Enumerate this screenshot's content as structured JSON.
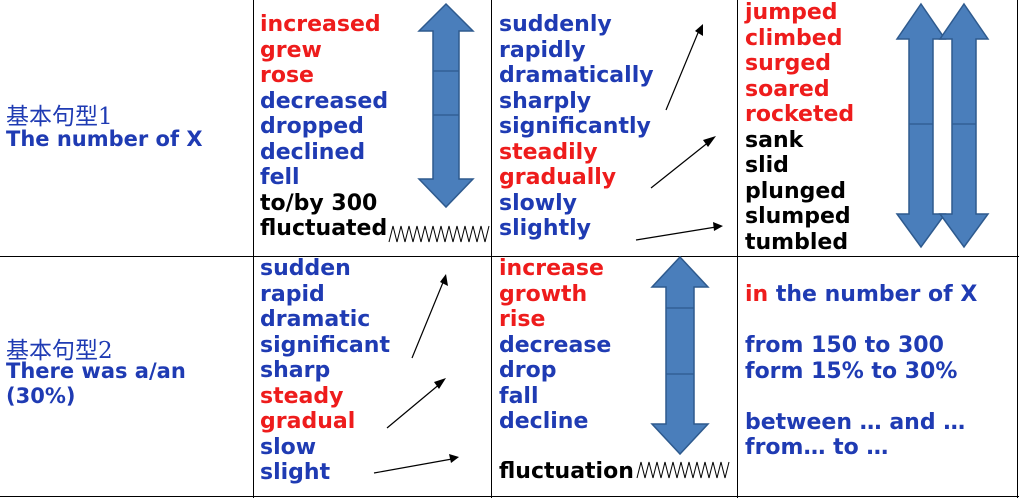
{
  "row1": {
    "label_cn": "基本句型1",
    "label_en": "The number of X",
    "verbs": [
      {
        "text": "increased",
        "color": "red"
      },
      {
        "text": "grew",
        "color": "red"
      },
      {
        "text": "rose",
        "color": "red"
      },
      {
        "text": "decreased",
        "color": "blue"
      },
      {
        "text": "dropped",
        "color": "blue"
      },
      {
        "text": "declined",
        "color": "blue"
      },
      {
        "text": "fell",
        "color": "blue"
      },
      {
        "text": "to/by 300",
        "color": "black"
      },
      {
        "text": "fluctuated",
        "color": "black"
      }
    ],
    "adverbs": [
      {
        "text": "suddenly",
        "color": "blue"
      },
      {
        "text": "rapidly",
        "color": "blue"
      },
      {
        "text": "dramatically",
        "color": "blue"
      },
      {
        "text": "sharply",
        "color": "blue"
      },
      {
        "text": "significantly",
        "color": "blue"
      },
      {
        "text": "steadily",
        "color": "red"
      },
      {
        "text": "gradually",
        "color": "red"
      },
      {
        "text": "slowly",
        "color": "blue"
      },
      {
        "text": "slightly",
        "color": "blue"
      }
    ],
    "strong_verbs": [
      {
        "text": "jumped",
        "color": "red"
      },
      {
        "text": "climbed",
        "color": "red"
      },
      {
        "text": "surged",
        "color": "red"
      },
      {
        "text": "soared",
        "color": "red"
      },
      {
        "text": "rocketed",
        "color": "red"
      },
      {
        "text": "sank",
        "color": "black"
      },
      {
        "text": "slid",
        "color": "black"
      },
      {
        "text": "plunged",
        "color": "black"
      },
      {
        "text": "slumped",
        "color": "black"
      },
      {
        "text": "tumbled",
        "color": "black"
      }
    ]
  },
  "row2": {
    "label_cn": "基本句型2",
    "label_en_1": "There was a/an",
    "label_en_2": "(30%)",
    "adjectives": [
      {
        "text": "sudden",
        "color": "blue"
      },
      {
        "text": "rapid",
        "color": "blue"
      },
      {
        "text": "dramatic",
        "color": "blue"
      },
      {
        "text": "significant",
        "color": "blue"
      },
      {
        "text": "sharp",
        "color": "blue"
      },
      {
        "text": "steady",
        "color": "red"
      },
      {
        "text": "gradual",
        "color": "red"
      },
      {
        "text": "slow",
        "color": "blue"
      },
      {
        "text": "slight",
        "color": "blue"
      }
    ],
    "nouns": [
      {
        "text": "increase",
        "color": "red"
      },
      {
        "text": "growth",
        "color": "red"
      },
      {
        "text": "rise",
        "color": "red"
      },
      {
        "text": "decrease",
        "color": "blue"
      },
      {
        "text": "drop",
        "color": "blue"
      },
      {
        "text": "fall",
        "color": "blue"
      },
      {
        "text": "decline",
        "color": "blue"
      }
    ],
    "fluctuation": "fluctuation",
    "phrase_in": "in",
    "phrase_number": " the number of X",
    "range_1": "from 150 to 300",
    "range_2": "form 15% to 30%",
    "between": "between … and …",
    "from_to": "from… to …"
  },
  "colors": {
    "red": "#ee1c1c",
    "blue": "#1f3bb3",
    "black": "#000000",
    "arrow_fill": "#4a7ebb",
    "arrow_stroke": "#2e5a8e"
  }
}
